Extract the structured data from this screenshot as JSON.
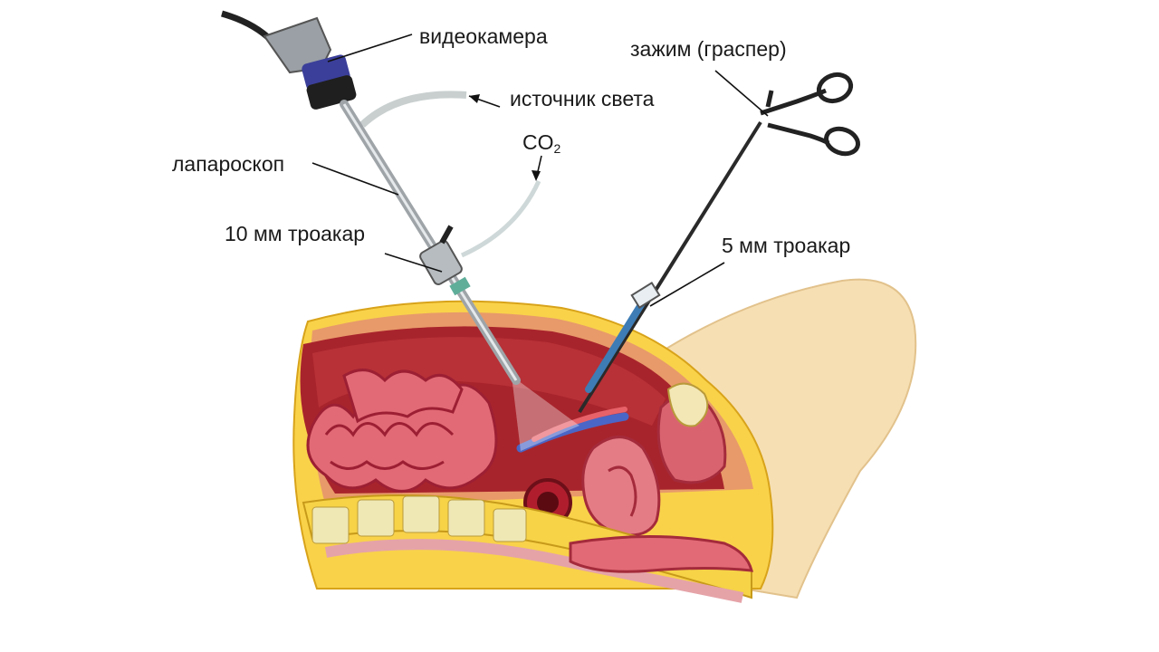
{
  "labels": {
    "videocamera": "видеокамера",
    "light_source": "источник света",
    "co2_main": "CO",
    "co2_sub": "2",
    "laparoscope": "лапароскоп",
    "trocar_10": "10 мм троакар",
    "grasper": "зажим (граспер)",
    "trocar_5": "5 мм троакар"
  }
}
